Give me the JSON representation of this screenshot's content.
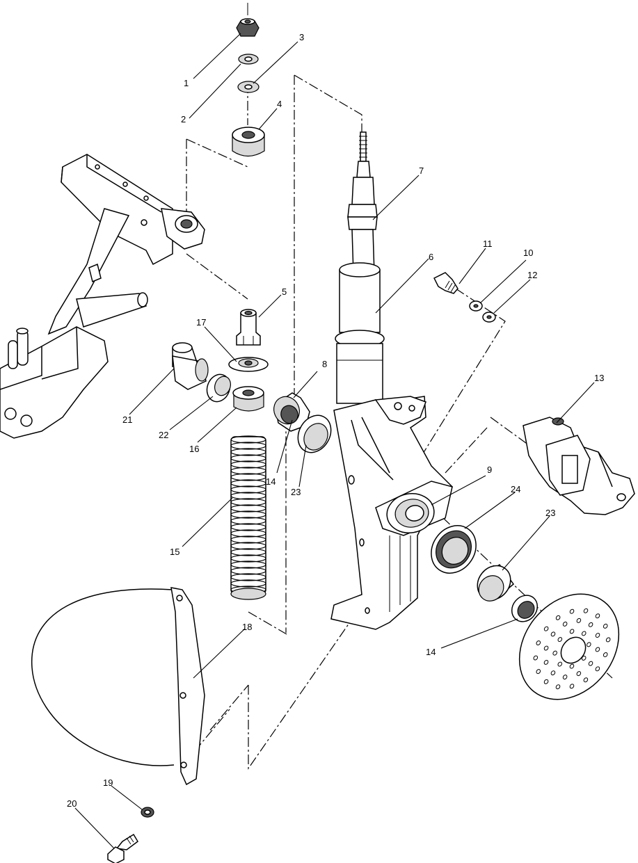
{
  "diagram": {
    "callouts": [
      {
        "id": "1",
        "label": "1"
      },
      {
        "id": "2",
        "label": "2"
      },
      {
        "id": "3",
        "label": "3"
      },
      {
        "id": "4",
        "label": "4"
      },
      {
        "id": "5",
        "label": "5"
      },
      {
        "id": "6",
        "label": "6"
      },
      {
        "id": "7",
        "label": "7"
      },
      {
        "id": "8",
        "label": "8"
      },
      {
        "id": "9",
        "label": "9"
      },
      {
        "id": "10",
        "label": "10"
      },
      {
        "id": "11",
        "label": "11"
      },
      {
        "id": "12",
        "label": "12"
      },
      {
        "id": "13",
        "label": "13"
      },
      {
        "id": "14a",
        "label": "14"
      },
      {
        "id": "14b",
        "label": "14"
      },
      {
        "id": "15",
        "label": "15"
      },
      {
        "id": "16",
        "label": "16"
      },
      {
        "id": "17",
        "label": "17"
      },
      {
        "id": "18",
        "label": "18"
      },
      {
        "id": "19",
        "label": "19"
      },
      {
        "id": "20",
        "label": "20"
      },
      {
        "id": "21",
        "label": "21"
      },
      {
        "id": "22",
        "label": "22"
      },
      {
        "id": "23a",
        "label": "23"
      },
      {
        "id": "23b",
        "label": "23"
      },
      {
        "id": "24",
        "label": "24"
      }
    ]
  }
}
